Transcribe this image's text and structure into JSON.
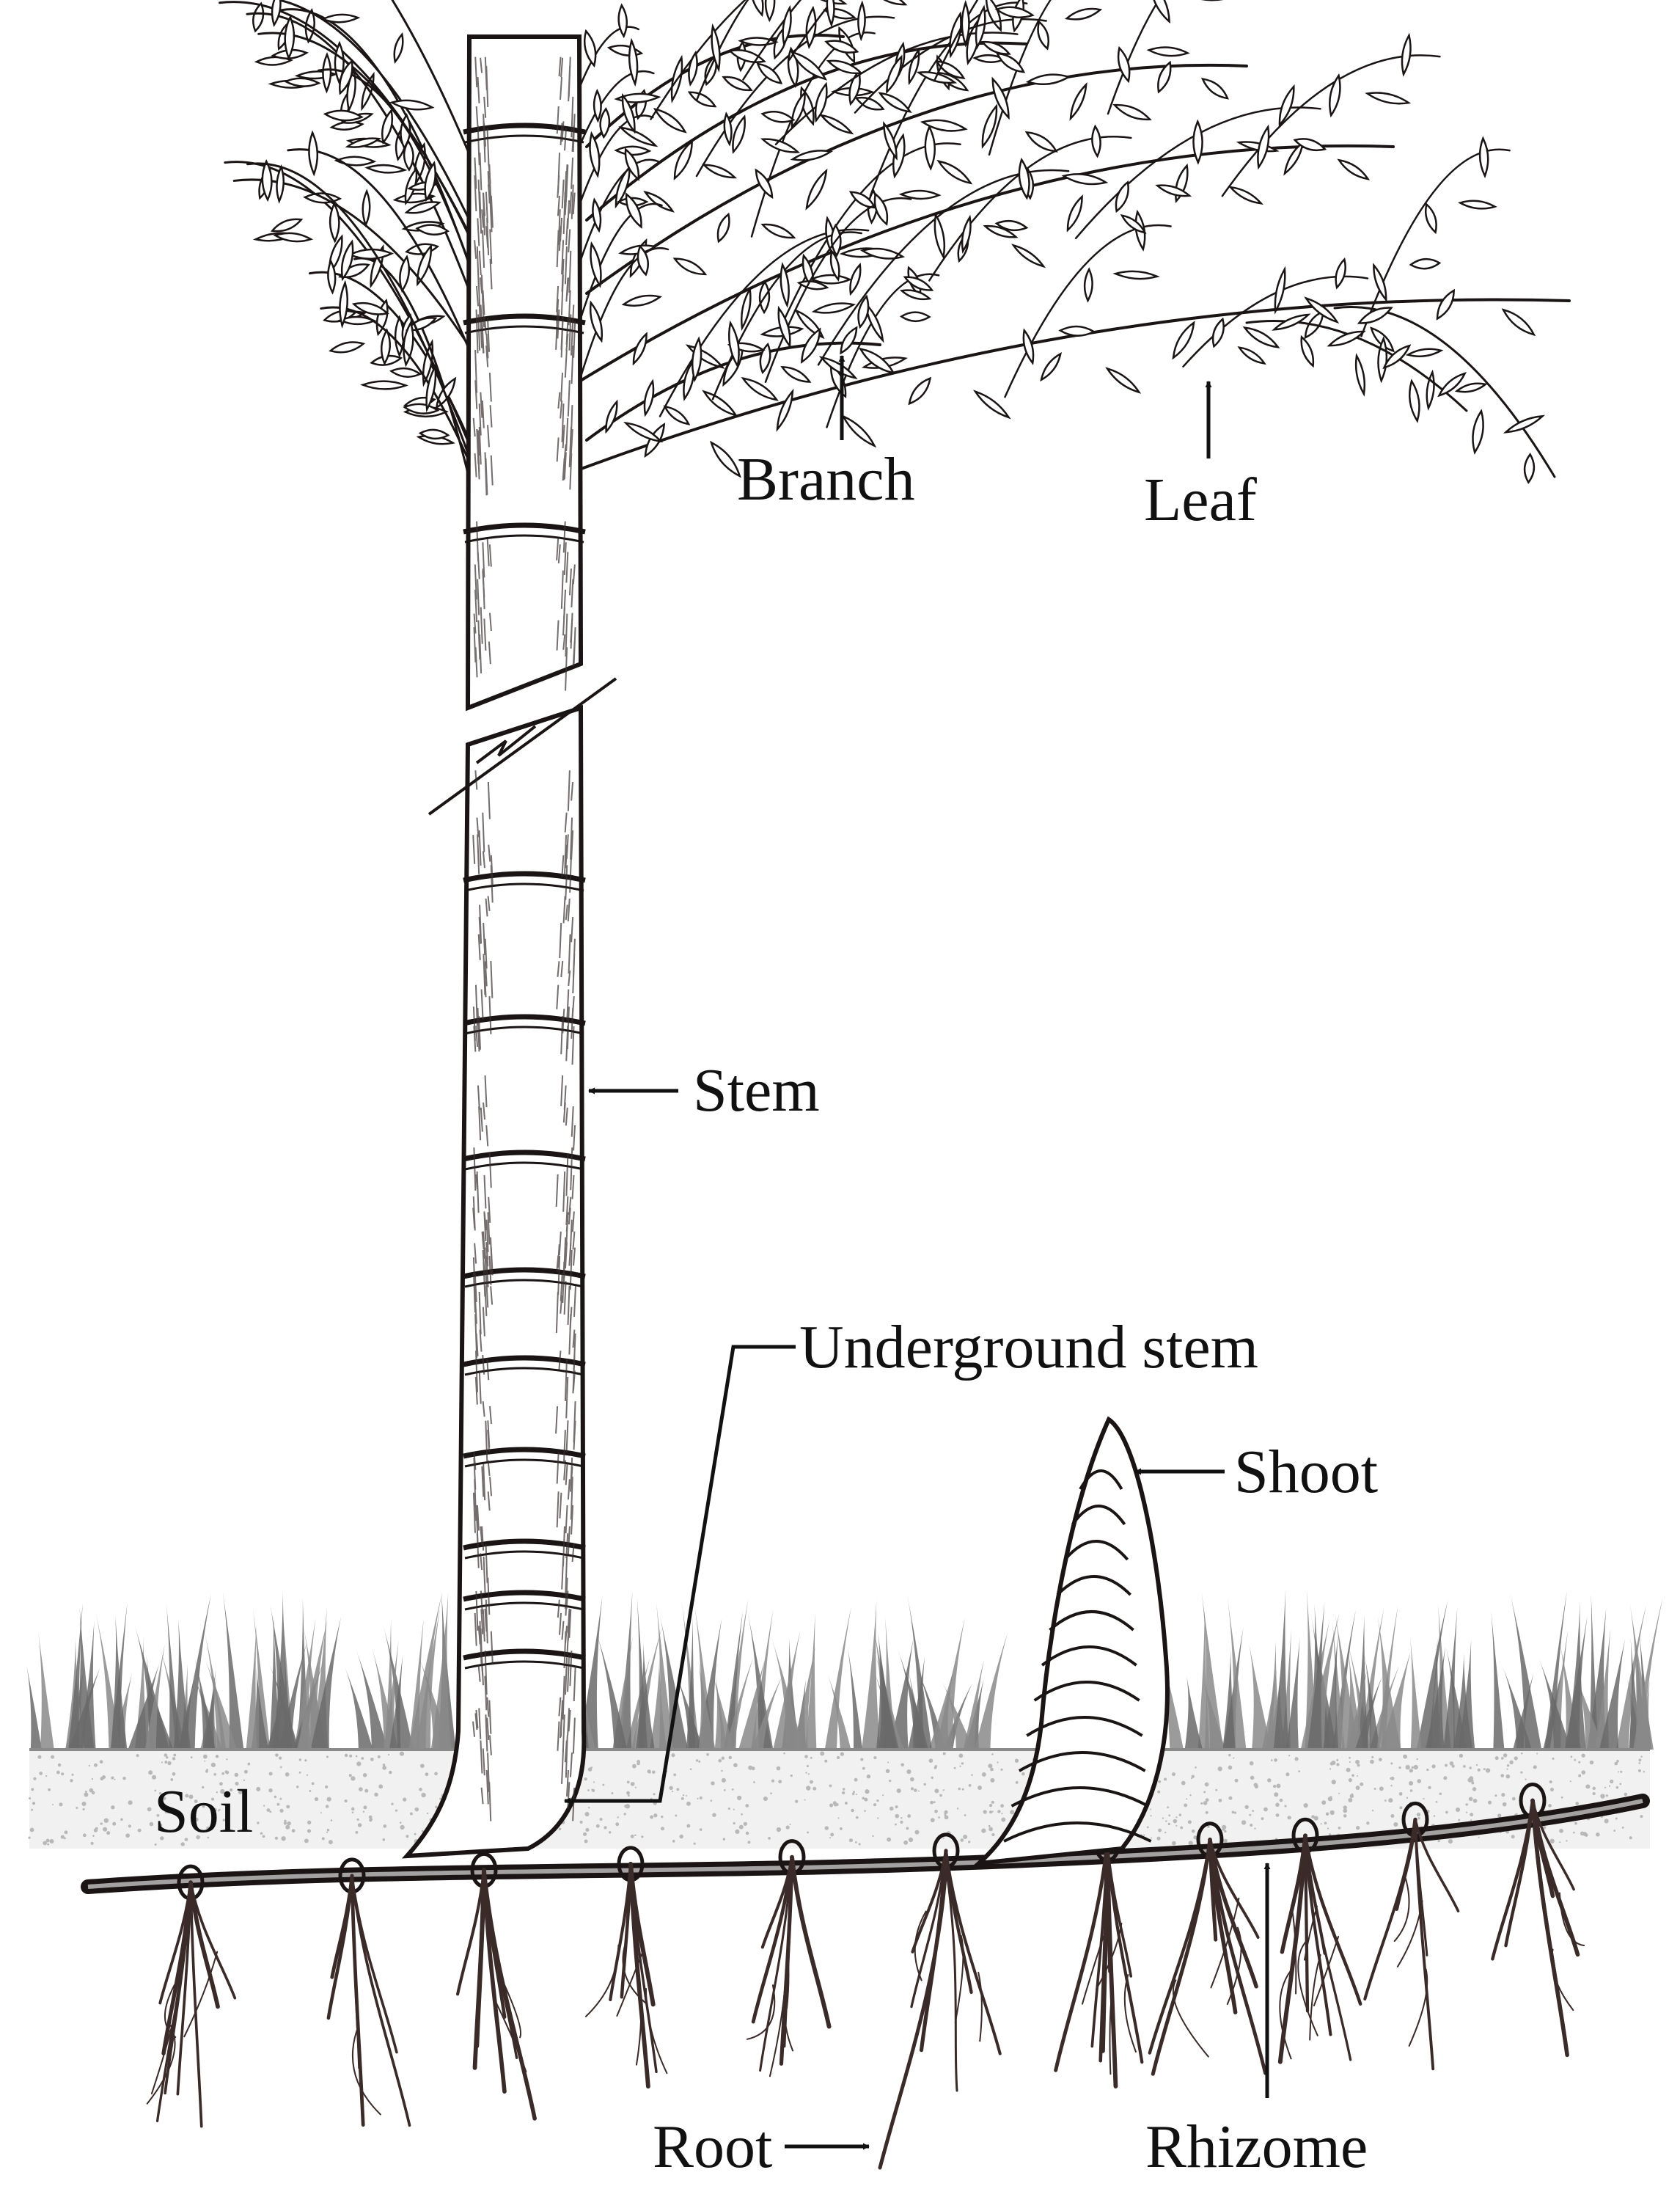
{
  "labels": {
    "branch": "Branch",
    "leaf": "Leaf",
    "stem": "Stem",
    "underground_stem": "Underground stem",
    "shoot": "Shoot",
    "soil": "Soil",
    "root": "Root",
    "rhizome": "Rhizome"
  },
  "colors": {
    "ink": "#1b1414",
    "culm_fill": "#ffffff",
    "grass": "#8a8a8a",
    "grass_dark": "#6a6a6a",
    "soil": "#f1f1f1",
    "soil_speckle": "#b8b8b8",
    "root": "#3a2a28"
  }
}
